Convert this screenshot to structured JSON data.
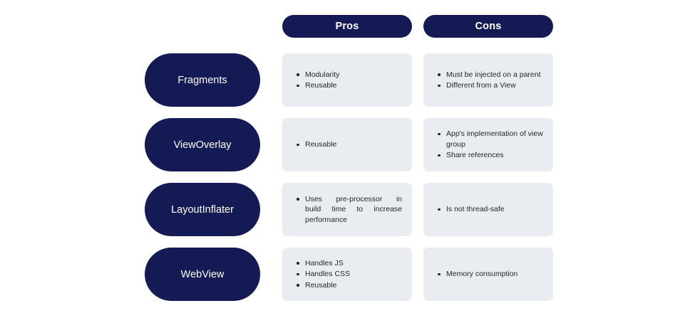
{
  "theme": {
    "navy": "#141a54",
    "cell_bg": "#e9edf1",
    "text": "#24262b",
    "page_bg": "#ffffff"
  },
  "header": {
    "pros_label": "Pros",
    "cons_label": "Cons"
  },
  "rows": [
    {
      "label": "Fragments",
      "pros": [
        "Modularity",
        "Reusable"
      ],
      "cons": [
        "Must be injected on a parent",
        "Different from a View"
      ]
    },
    {
      "label": "ViewOverlay",
      "pros": [
        "Reusable"
      ],
      "cons": [
        "App's implementation of view group",
        "Share references"
      ]
    },
    {
      "label": "LayoutInflater",
      "pros": [
        "Uses pre-processor in build time to increase performance"
      ],
      "cons": [
        "Is not thread-safe"
      ]
    },
    {
      "label": "WebView",
      "pros": [
        "Handles JS",
        "Handles CSS",
        "Reusable"
      ],
      "cons": [
        "Memory consumption"
      ]
    }
  ],
  "justified_lines": {
    "row2_pros": [
      "Uses  pre-processor  in",
      "build  time  to  increase",
      "performance"
    ]
  }
}
